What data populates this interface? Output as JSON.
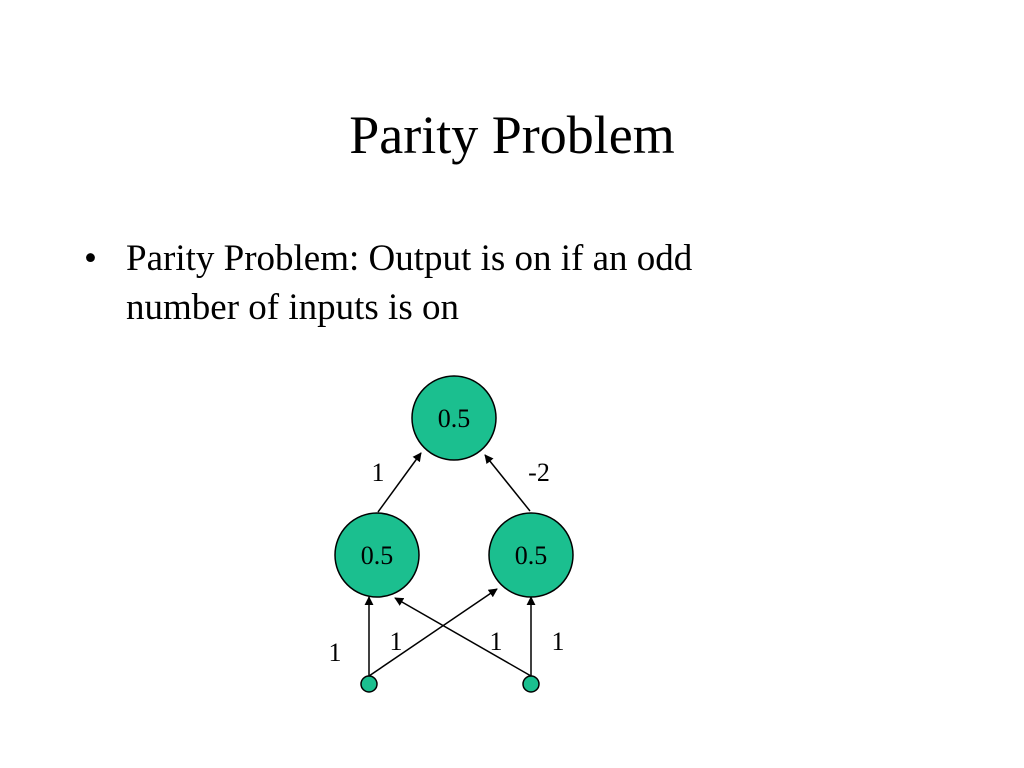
{
  "slide": {
    "title": "Parity Problem",
    "bullets": [
      {
        "line1": "Parity Problem: Output is on if an odd",
        "line2": "number of inputs is on"
      }
    ]
  },
  "network": {
    "node_color": "#1bbf8f",
    "nodes": {
      "output": {
        "threshold": "0.5"
      },
      "hidden_left": {
        "threshold": "0.5"
      },
      "hidden_right": {
        "threshold": "0.5"
      }
    },
    "weights": {
      "hidden_left_to_output": "1",
      "hidden_right_to_output": "-2",
      "input_left_to_hidden_left": "1",
      "input_left_to_hidden_right": "1",
      "input_right_to_hidden_left": "1",
      "input_right_to_hidden_right": "1"
    }
  }
}
